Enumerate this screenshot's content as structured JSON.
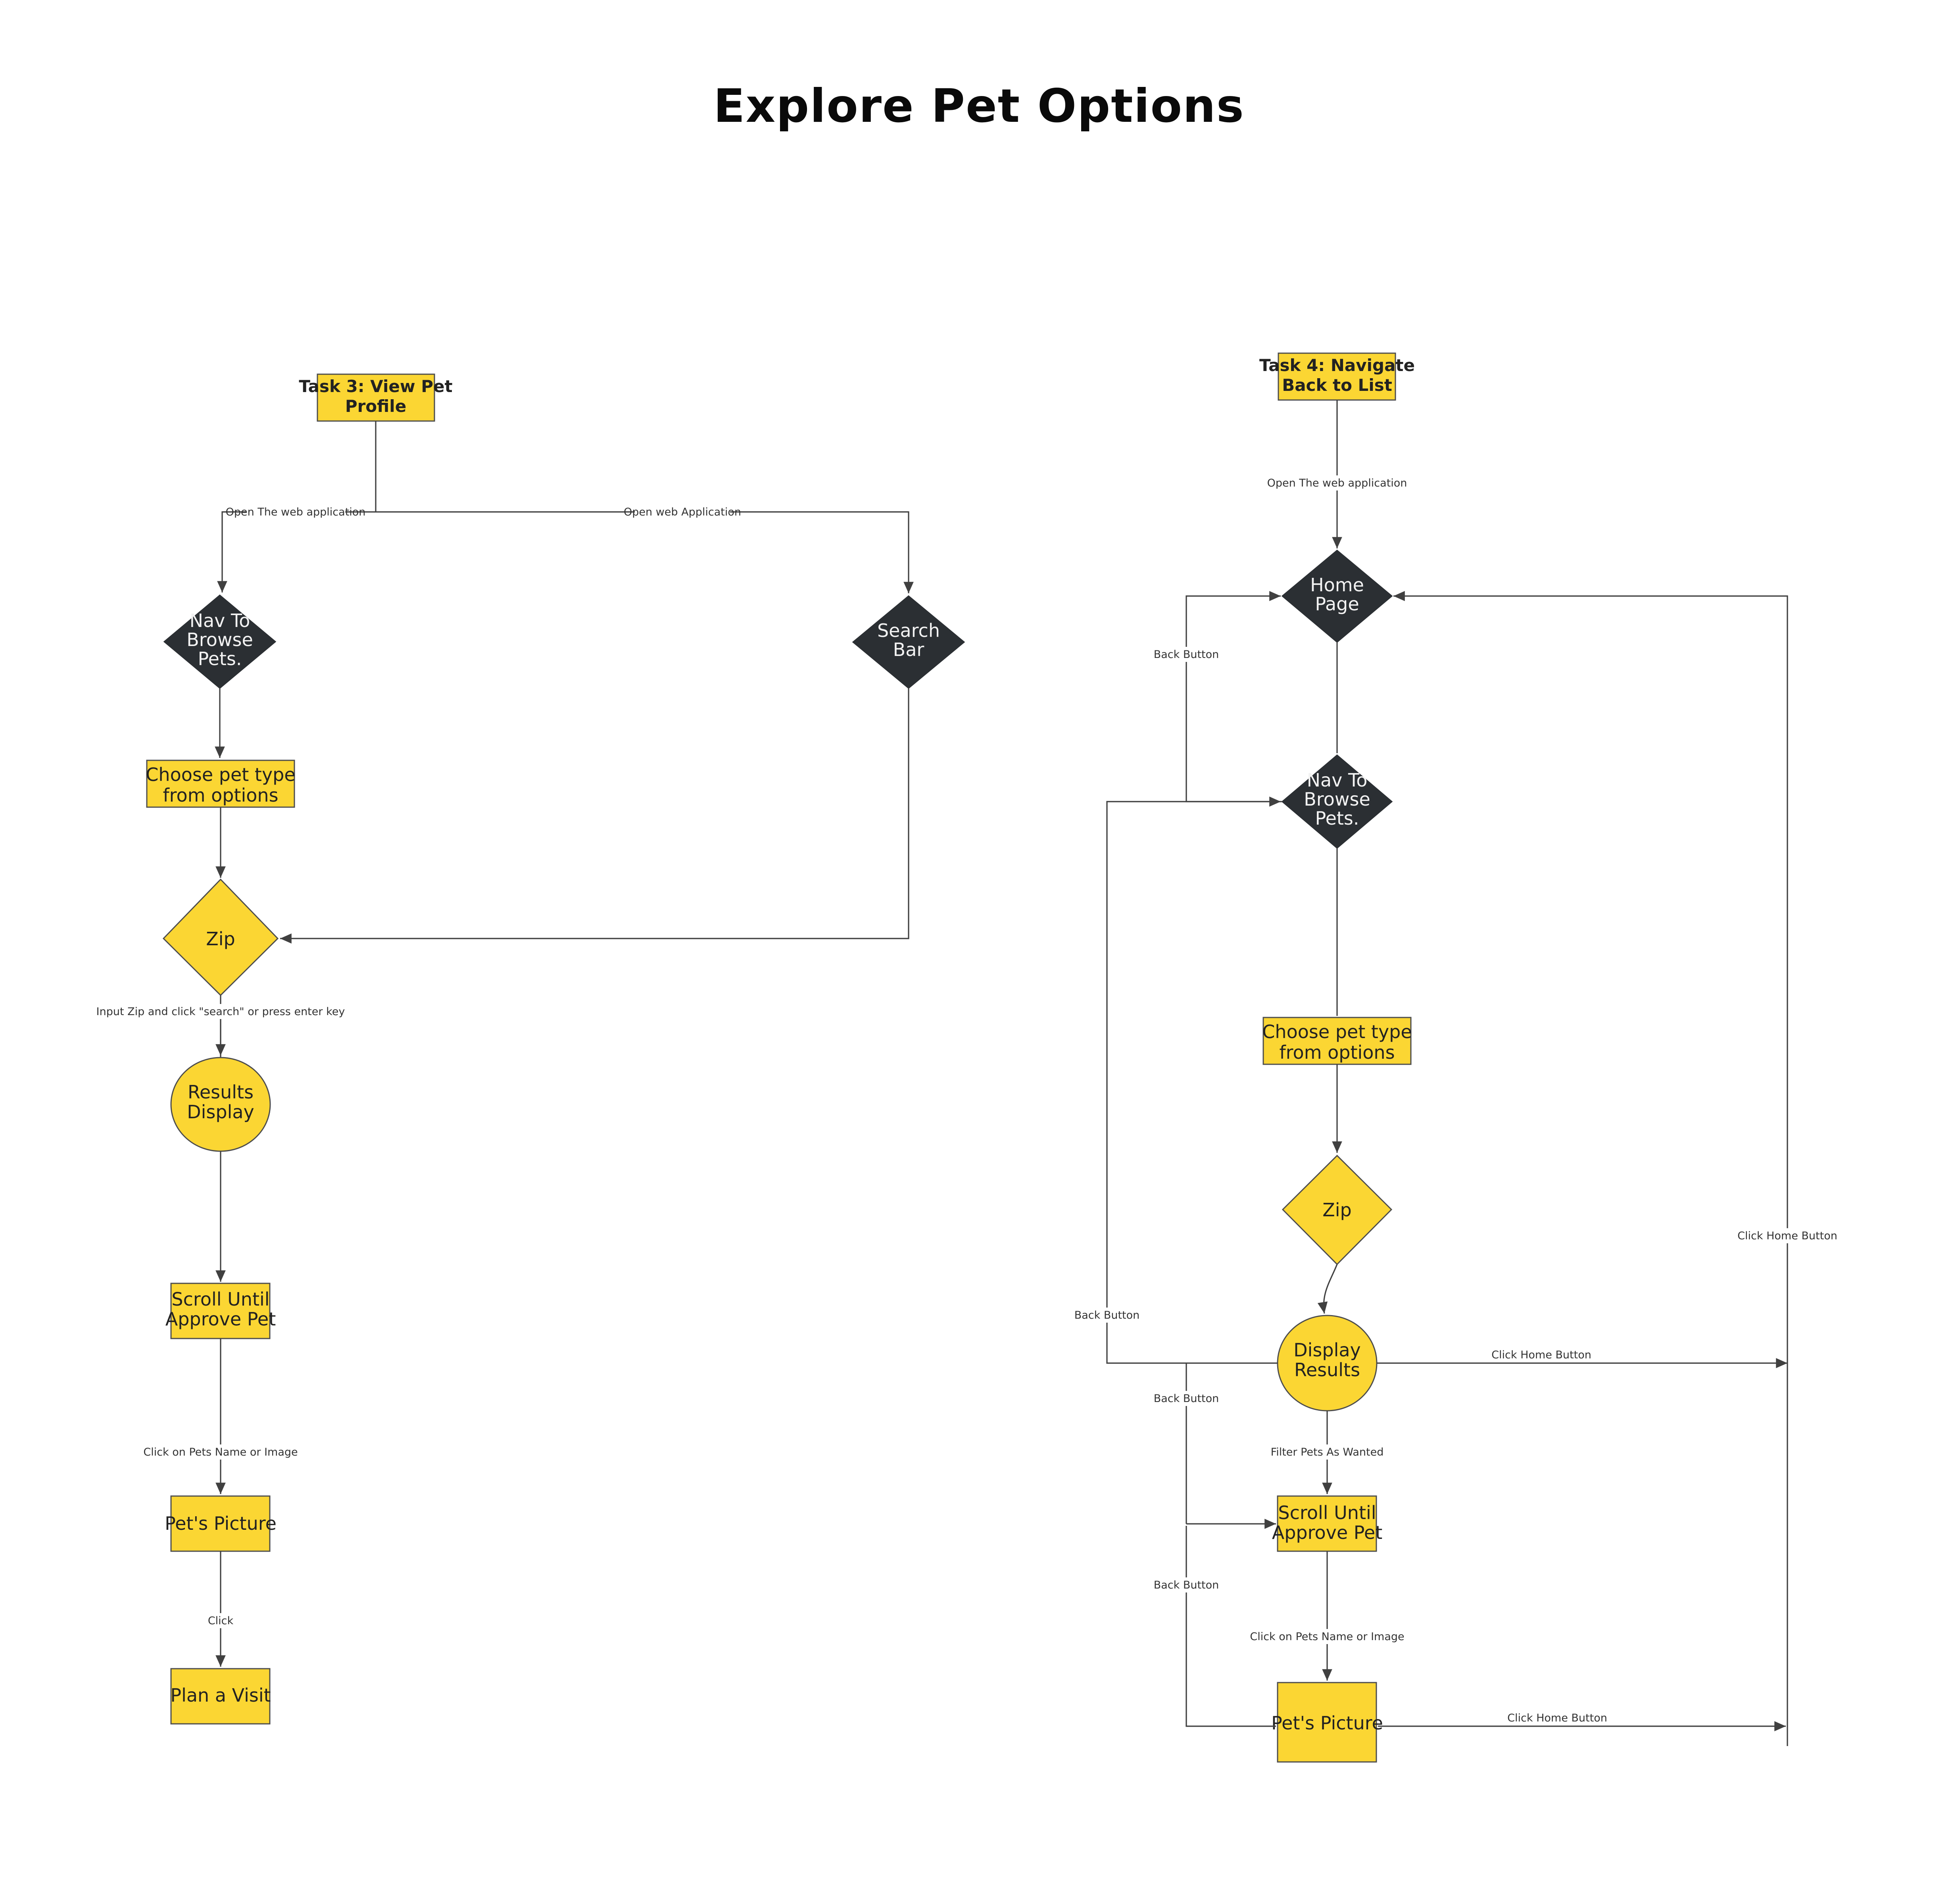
{
  "page": {
    "title": "Explore Pet Options",
    "background": "#ffffff",
    "accent_yellow": "#FBD633",
    "accent_dark": "#2B2F33",
    "edge_color": "#595959"
  },
  "diagram": {
    "type": "flowchart",
    "flows": [
      {
        "id": "task3",
        "start_label": "Task 3: View Pet Profile",
        "nodes": [
          {
            "id": "t3-start",
            "label": "Task 3: View Pet Profile",
            "shape": "rect",
            "style": "yellow-bold"
          },
          {
            "id": "t3-nav",
            "label": "Nav To Browse Pets.",
            "shape": "diamond",
            "style": "dark"
          },
          {
            "id": "t3-search",
            "label": "Search Bar",
            "shape": "diamond",
            "style": "dark"
          },
          {
            "id": "t3-choose",
            "label": "Choose pet type from options",
            "shape": "rect",
            "style": "yellow"
          },
          {
            "id": "t3-zip",
            "label": "Zip",
            "shape": "diamond",
            "style": "yellow"
          },
          {
            "id": "t3-results",
            "label": "Results Display",
            "shape": "circle",
            "style": "yellow"
          },
          {
            "id": "t3-scroll",
            "label": "Scroll Until Approve Pet",
            "shape": "rect",
            "style": "yellow"
          },
          {
            "id": "t3-pic",
            "label": "Pet's Picture",
            "shape": "rect",
            "style": "yellow"
          },
          {
            "id": "t3-visit",
            "label": "Plan a Visit",
            "shape": "rect",
            "style": "yellow"
          }
        ],
        "edges": [
          {
            "from": "t3-start",
            "to": "t3-nav",
            "label": "Open The web application"
          },
          {
            "from": "t3-start",
            "to": "t3-search",
            "label": "Open web Application"
          },
          {
            "from": "t3-nav",
            "to": "t3-choose",
            "label": ""
          },
          {
            "from": "t3-choose",
            "to": "t3-zip",
            "label": ""
          },
          {
            "from": "t3-search",
            "to": "t3-zip",
            "label": ""
          },
          {
            "from": "t3-zip",
            "to": "t3-results",
            "label": "Input Zip and click \"search\" or press enter key"
          },
          {
            "from": "t3-results",
            "to": "t3-scroll",
            "label": ""
          },
          {
            "from": "t3-scroll",
            "to": "t3-pic",
            "label": "Click on Pets Name or Image"
          },
          {
            "from": "t3-pic",
            "to": "t3-visit",
            "label": "Click"
          }
        ]
      },
      {
        "id": "task4",
        "start_label": "Task 4: Navigate Back to List",
        "nodes": [
          {
            "id": "t4-start",
            "label": "Task 4: Navigate Back to List",
            "shape": "rect",
            "style": "yellow-bold"
          },
          {
            "id": "t4-home",
            "label": "Home Page",
            "shape": "diamond",
            "style": "dark"
          },
          {
            "id": "t4-nav",
            "label": "Nav To Browse Pets.",
            "shape": "diamond",
            "style": "dark"
          },
          {
            "id": "t4-choose",
            "label": "Choose pet type from options",
            "shape": "rect",
            "style": "yellow"
          },
          {
            "id": "t4-zip",
            "label": "Zip",
            "shape": "diamond",
            "style": "yellow"
          },
          {
            "id": "t4-results",
            "label": "Display Results",
            "shape": "circle",
            "style": "yellow"
          },
          {
            "id": "t4-scroll",
            "label": "Scroll Until Approve Pet",
            "shape": "rect",
            "style": "yellow"
          },
          {
            "id": "t4-pic",
            "label": "Pet's Picture",
            "shape": "rect",
            "style": "yellow"
          }
        ],
        "edges": [
          {
            "from": "t4-start",
            "to": "t4-home",
            "label": "Open The web application"
          },
          {
            "from": "t4-home",
            "to": "t4-nav",
            "label": ""
          },
          {
            "from": "t4-nav",
            "to": "t4-choose",
            "label": ""
          },
          {
            "from": "t4-choose",
            "to": "t4-zip",
            "label": ""
          },
          {
            "from": "t4-zip",
            "to": "t4-results",
            "label": ""
          },
          {
            "from": "t4-results",
            "to": "t4-scroll",
            "label": "Filter Pets As Wanted"
          },
          {
            "from": "t4-scroll",
            "to": "t4-pic",
            "label": "Click on Pets Name or Image"
          },
          {
            "from": "t4-nav",
            "to": "t4-home",
            "label": "Back Button"
          },
          {
            "from": "t4-results",
            "to": "t4-nav",
            "label": "Back Button"
          },
          {
            "from": "t4-scroll",
            "to": "t4-results",
            "label": "Back Button"
          },
          {
            "from": "t4-pic",
            "to": "t4-scroll",
            "label": "Back Button"
          },
          {
            "from": "t4-results",
            "to": "t4-home",
            "label": "Click Home Button"
          },
          {
            "from": "t4-pic",
            "to": "t4-home",
            "label": "Click Home Button"
          },
          {
            "from": "t4-home",
            "to": "t4-home",
            "label": "Click Home Button"
          }
        ]
      }
    ],
    "node_labels": {
      "t3_start_line1": "Task 3: View Pet",
      "t3_start_line2": "Profile",
      "t3_nav_line1": "Nav To",
      "t3_nav_line2": "Browse",
      "t3_nav_line3": "Pets.",
      "t3_search_line1": "Search",
      "t3_search_line2": "Bar",
      "t3_choose_line1": "Choose pet type",
      "t3_choose_line2": "from options",
      "t3_zip": "Zip",
      "t3_results_line1": "Results",
      "t3_results_line2": "Display",
      "t3_scroll_line1": "Scroll Until",
      "t3_scroll_line2": "Approve Pet",
      "t3_pic": "Pet's Picture",
      "t3_visit": "Plan a Visit",
      "t4_start_line1": "Task 4: Navigate",
      "t4_start_line2": "Back to List",
      "t4_home_line1": "Home",
      "t4_home_line2": "Page",
      "t4_nav_line1": "Nav To",
      "t4_nav_line2": "Browse",
      "t4_nav_line3": "Pets.",
      "t4_choose_line1": "Choose pet type",
      "t4_choose_line2": "from options",
      "t4_zip": "Zip",
      "t4_results_line1": "Display",
      "t4_results_line2": "Results",
      "t4_scroll_line1": "Scroll Until",
      "t4_scroll_line2": "Approve Pet",
      "t4_pic": "Pet's Picture"
    },
    "edge_labels": {
      "t3_open_left": "Open The web application",
      "t3_open_right": "Open web Application",
      "t3_zip_input": "Input Zip and click \"search\" or press enter key",
      "t3_click_name": "Click on Pets Name or Image",
      "t3_click": "Click",
      "t4_open": "Open The web application",
      "t4_back_nav_home": "Back Button",
      "t4_back_results_nav": "Back Button",
      "t4_back_scroll_results": "Back Button",
      "t4_back_pic_scroll": "Back Button",
      "t4_filter": "Filter Pets As Wanted",
      "t4_click_name": "Click on Pets Name or Image",
      "t4_home_from_results": "Click Home Button",
      "t4_home_from_pic": "Click Home Button",
      "t4_home_right": "Click Home Button"
    }
  }
}
